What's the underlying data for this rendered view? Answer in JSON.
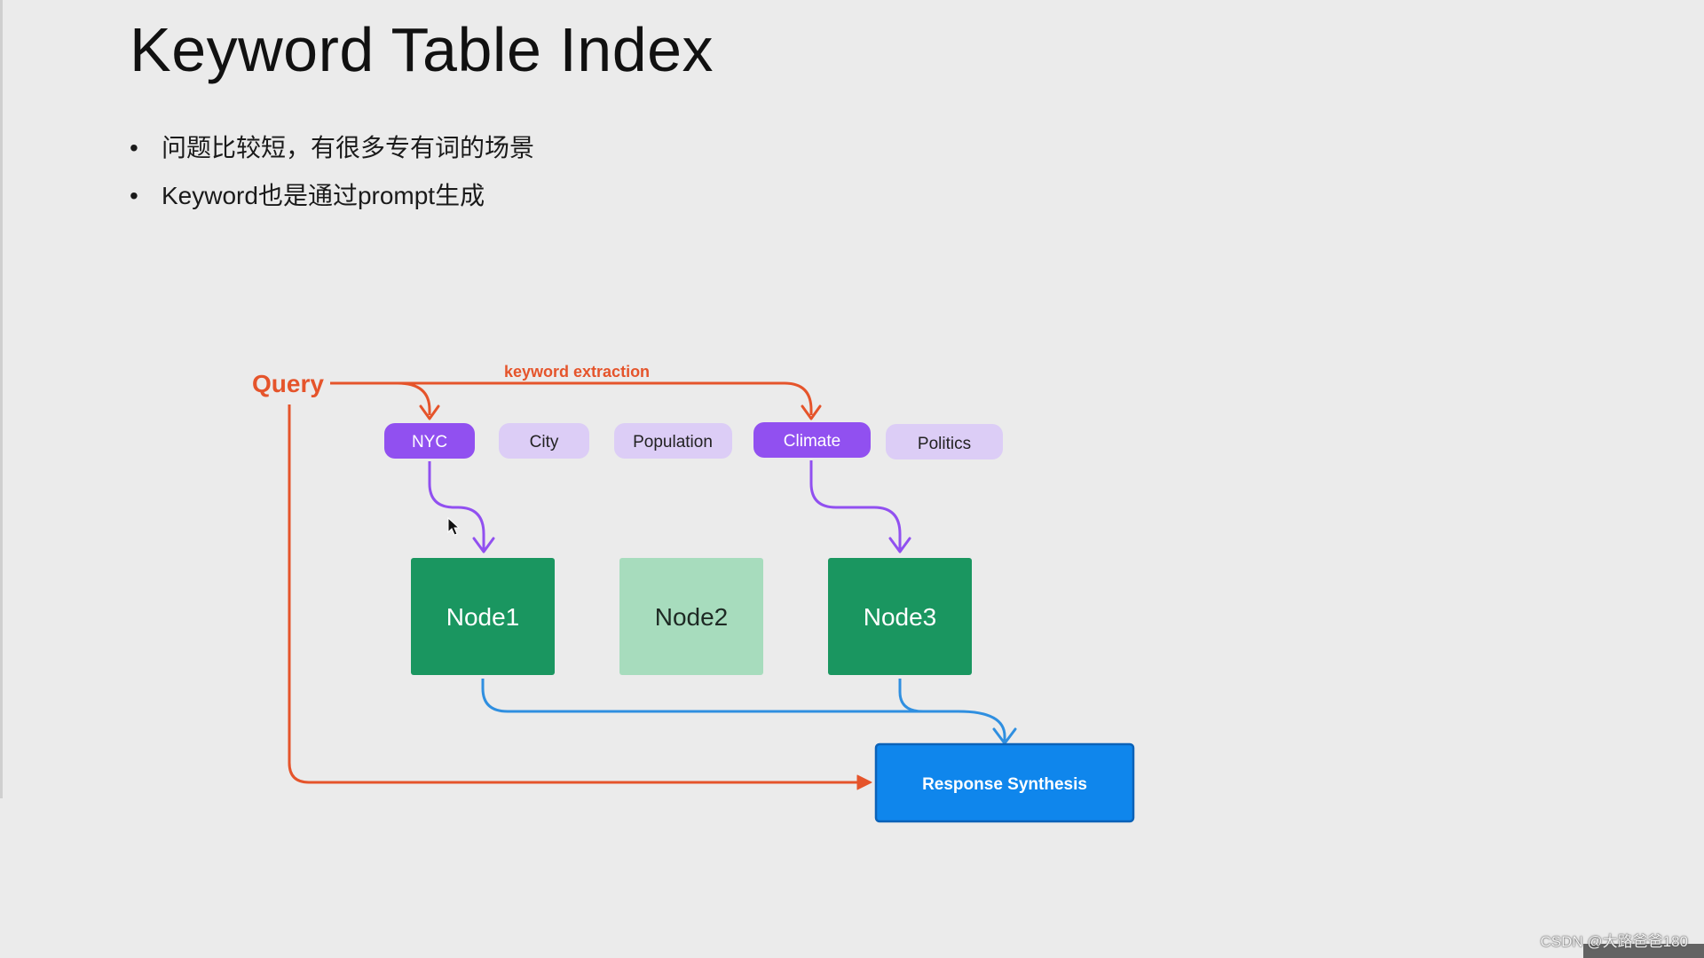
{
  "slide": {
    "title": "Keyword Table Index",
    "bullets": [
      "问题比较短，有很多专有词的场景",
      "Keyword也是通过prompt生成"
    ]
  },
  "diagram": {
    "query_label": "Query",
    "extraction_label": "keyword extraction",
    "keywords": [
      {
        "label": "NYC",
        "selected": true
      },
      {
        "label": "City",
        "selected": false
      },
      {
        "label": "Population",
        "selected": false
      },
      {
        "label": "Climate",
        "selected": true
      },
      {
        "label": "Politics",
        "selected": false
      }
    ],
    "nodes": [
      {
        "label": "Node1",
        "retrieved": true
      },
      {
        "label": "Node2",
        "retrieved": false
      },
      {
        "label": "Node3",
        "retrieved": true
      }
    ],
    "synthesis_label": "Response Synthesis"
  },
  "colors": {
    "query_orange": "#e5542b",
    "keyword_selected": "#9150f0",
    "keyword_unselected": "#dccdf6",
    "node_retrieved": "#1a9660",
    "node_unretrieved": "#a7dcbd",
    "synthesis_blue": "#0f86ec",
    "keyword_arrow_purple": "#9150f0",
    "node_arrow_blue": "#2f8fe0"
  },
  "watermark": "CSDN @大路爸爸180"
}
